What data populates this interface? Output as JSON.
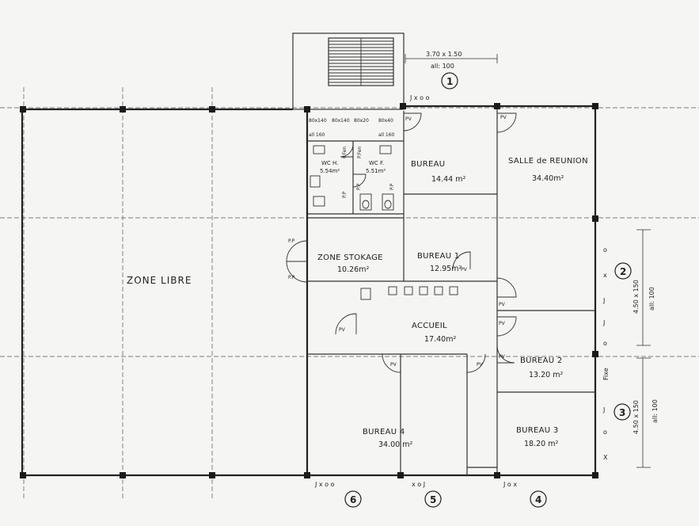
{
  "rooms": {
    "zone_libre": {
      "name": "ZONE LIBRE"
    },
    "zone_stokage": {
      "name": "ZONE STOKAGE",
      "area": "10.26m²"
    },
    "bureau": {
      "name": "BUREAU",
      "area": "14.44 m²"
    },
    "salle_reunion": {
      "name": "SALLE de REUNION",
      "area": "34.40m²"
    },
    "bureau_1": {
      "name": "BUREAU 1",
      "area": "12.95m²"
    },
    "accueil": {
      "name": "ACCUEIL",
      "area": "17.40m²"
    },
    "bureau_2": {
      "name": "BUREAU 2",
      "area": "13.20 m²"
    },
    "bureau_3": {
      "name": "BUREAU 3",
      "area": "18.20 m²"
    },
    "bureau_4": {
      "name": "BUREAU 4",
      "area": "34.00 m²"
    },
    "wc_h": {
      "name": "WC H.",
      "area": "5.54m²"
    },
    "wc_f": {
      "name": "WC F.",
      "area": "5.51m²"
    }
  },
  "toilet_header": {
    "door_codes": [
      "80x140",
      "80x140",
      "80x20",
      "80x40"
    ],
    "allege": [
      "all 160",
      "all 160"
    ],
    "pv": "PV"
  },
  "door_tags": {
    "pv": "PV",
    "pp": "P.P",
    "pp_vertical": "P.P",
    "pp_fen": "P.Fen"
  },
  "windows": {
    "top": {
      "size": "3.70 x 1.50",
      "allege": "all: 100",
      "number": "1",
      "marks": "J  x  o  o"
    },
    "right_upper": {
      "size": "4.50 x 150",
      "allege": "all: 100",
      "number": "2",
      "marks": [
        "o",
        "x",
        "J",
        "J",
        "o"
      ]
    },
    "right_lower": {
      "size": "4.50 x 150",
      "allege": "all: 100",
      "number": "3",
      "marks": [
        "J",
        "o",
        "X"
      ],
      "fixe": "Fixe"
    },
    "bottom": [
      {
        "number": "6",
        "marks": "J  x  o  o"
      },
      {
        "number": "5",
        "marks": "x  o  J"
      },
      {
        "number": "4",
        "marks": "J  o  x"
      }
    ]
  }
}
